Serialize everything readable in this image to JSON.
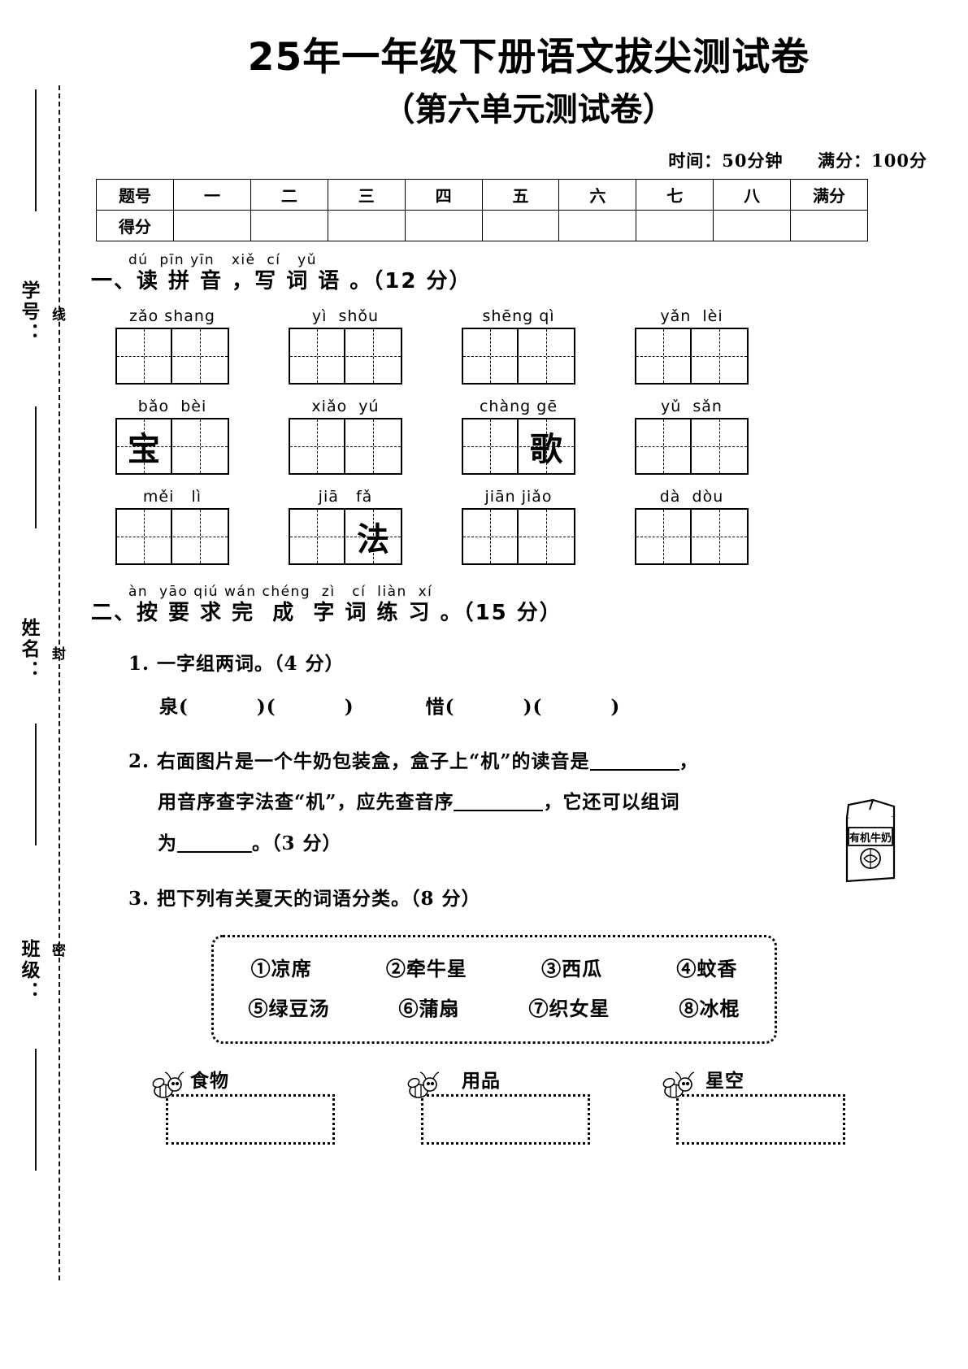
{
  "seal": {
    "col_a": "学号：",
    "col_a2": "姓名：",
    "col_a3": "班级：",
    "col_b_line": "线",
    "col_b_seal": "封",
    "col_b_mi": "密"
  },
  "header": {
    "title": "25年一年级下册语文拔尖测试卷",
    "subtitle": "（第六单元测试卷）",
    "time_label": "时间：50分钟",
    "score_label": "满分：100分"
  },
  "score_table": {
    "row_label_1": "题号",
    "row_label_2": "得分",
    "columns": [
      "一",
      "二",
      "三",
      "四",
      "五",
      "六",
      "七",
      "八",
      "满分"
    ]
  },
  "section1": {
    "pinyin": "dú  pīn yīn   xiě  cí   yǔ",
    "heading": "一、读 拼 音 ，写 词 语 。（12 分）",
    "items": [
      {
        "pinyin": "zǎo shang",
        "c1": "",
        "c2": ""
      },
      {
        "pinyin": "yì  shǒu",
        "c1": "",
        "c2": ""
      },
      {
        "pinyin": "shēng qì",
        "c1": "",
        "c2": ""
      },
      {
        "pinyin": "yǎn  lèi",
        "c1": "",
        "c2": ""
      },
      {
        "pinyin": "bǎo  bèi",
        "c1": "宝",
        "c2": ""
      },
      {
        "pinyin": "xiǎo  yú",
        "c1": "",
        "c2": ""
      },
      {
        "pinyin": "chàng gē",
        "c1": "",
        "c2": "歌"
      },
      {
        "pinyin": "yǔ  sǎn",
        "c1": "",
        "c2": ""
      },
      {
        "pinyin": "měi   lì",
        "c1": "",
        "c2": ""
      },
      {
        "pinyin": "jiā   fǎ",
        "c1": "",
        "c2": "法"
      },
      {
        "pinyin": "jiān jiǎo",
        "c1": "",
        "c2": ""
      },
      {
        "pinyin": "dà  dòu",
        "c1": "",
        "c2": ""
      }
    ]
  },
  "section2": {
    "pinyin": "àn  yāo qiú wán chéng  zì   cí  liàn  xí",
    "heading": "二、按 要 求 完  成  字 词 练 习 。（15 分）",
    "q1": {
      "number": "1.",
      "text": "一字组两词。（4 分）",
      "char_a": "泉(",
      "char_a_mid": ")(",
      "char_a_end": ")",
      "char_b": "惜(",
      "char_b_mid": ")(",
      "char_b_end": ")"
    },
    "q2": {
      "number": "2.",
      "line1_a": "右面图片是一个牛奶包装盒，盒子上“机”的读音是",
      "line1_b": "，",
      "line2_a": "用音序查字法查“机”，应先查音序",
      "line2_b": "，它还可以组词",
      "line3_a": "为",
      "line3_b": "。（3 分）",
      "carton_text": "有机牛奶"
    },
    "q3": {
      "number": "3.",
      "text": "把下列有关夏天的词语分类。（8 分）",
      "bank_row1": [
        "①凉席",
        "②牵牛星",
        "③西瓜",
        "④蚊香"
      ],
      "bank_row2": [
        "⑤绿豆汤",
        "⑥蒲扇",
        "⑦织女星",
        "⑧冰棍"
      ],
      "categories": [
        "食物",
        "用品",
        "星空"
      ]
    }
  }
}
